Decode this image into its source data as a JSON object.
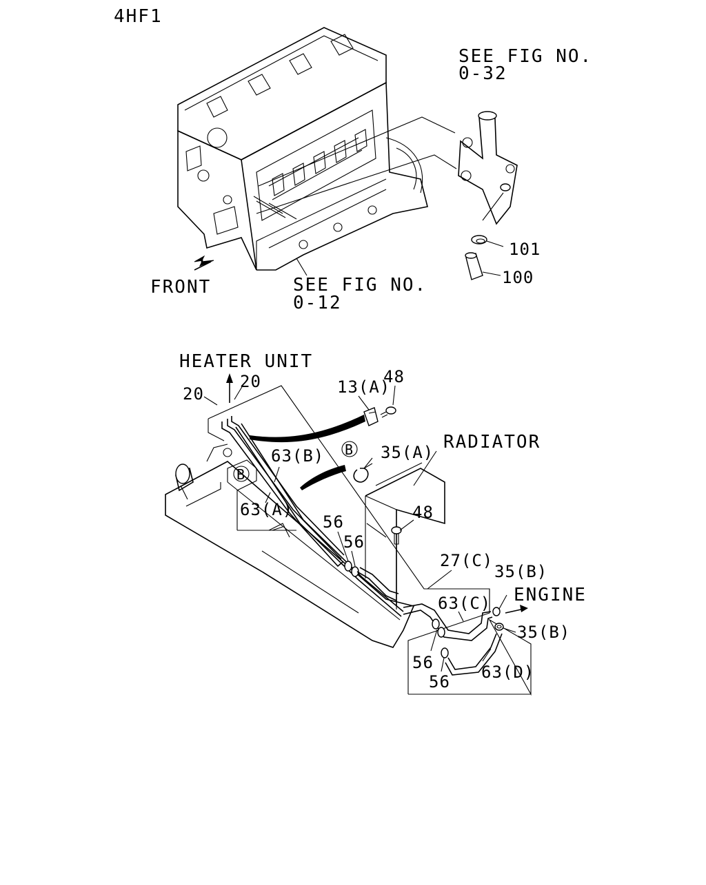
{
  "model_code": "4HF1",
  "top_view": {
    "see_fig_upper": {
      "line1": "SEE FIG NO.",
      "line2": "0-32"
    },
    "see_fig_lower": {
      "line1": "SEE FIG NO.",
      "line2": "0-12"
    },
    "front_label": "FRONT",
    "callouts": {
      "p101": "101",
      "p100": "100"
    }
  },
  "bottom_view": {
    "heater_unit": "HEATER UNIT",
    "radiator": "RADIATOR",
    "engine": "ENGINE",
    "callouts": {
      "c20a": "20",
      "c20b": "20",
      "c13a": "13(A)",
      "c48a": "48",
      "c48b": "48",
      "c35a": "35(A)",
      "c63b": "63(B)",
      "c63a": "63(A)",
      "c56a": "56",
      "c56b": "56",
      "c56c": "56",
      "c56d": "56",
      "c27c": "27(C)",
      "c35b1": "35(B)",
      "c35b2": "35(B)",
      "c63c": "63(C)",
      "c63d": "63(D)",
      "markB1": "B",
      "markB2": "B"
    }
  }
}
